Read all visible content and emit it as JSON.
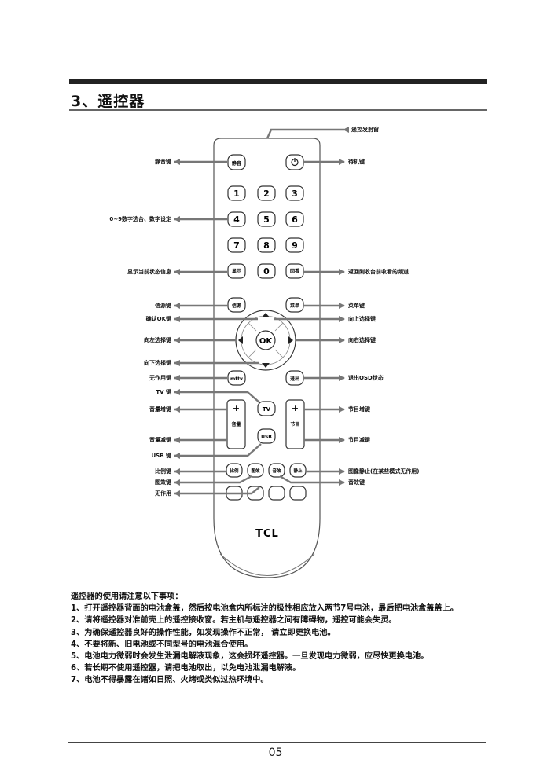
{
  "section": {
    "title": "3、遥控器"
  },
  "buttons": {
    "mute": "静音",
    "num1": "1",
    "num2": "2",
    "num3": "3",
    "num4": "4",
    "num5": "5",
    "num6": "6",
    "num7": "7",
    "num8": "8",
    "num9": "9",
    "num0": "0",
    "display": "显示",
    "recall": "回看",
    "source": "信源",
    "menu": "菜单",
    "ok": "OK",
    "mttv": "mttv",
    "exit": "退出",
    "tv": "TV",
    "usb": "USB",
    "plus": "+",
    "minus": "−",
    "vol_label": "音量",
    "ch_label": "节目",
    "ratio": "比例",
    "picture": "图效",
    "sound": "音效",
    "freeze": "静止",
    "brand": "TCL"
  },
  "labels": {
    "ir_window": "遥控发射窗",
    "mute_key": "静音键",
    "standby_key": "待机键",
    "digits": "0~9数字选台、数字设定",
    "show_info": "显示当前状态信息",
    "recall_channel": "返回刚收台前收看的频道",
    "source_key": "信源键",
    "menu_key": "菜单键",
    "ok_key": "确认OK键",
    "up_key": "向上选择键",
    "left_key": "向左选择键",
    "right_key": "向右选择键",
    "down_key": "向下选择键",
    "unused_key": "无作用键",
    "exit_osd": "退出OSD状态",
    "tv_key": "TV 键",
    "vol_up": "音量增键",
    "ch_up": "节目增键",
    "vol_down": "音量减键",
    "ch_down": "节目减键",
    "usb_key": "USB 键",
    "ratio_key": "比例键",
    "freeze_key": "图像静止(在某些模式无作用)",
    "picture_key": "图效键",
    "sound_key": "音效键",
    "no_function": "无作用"
  },
  "notes": {
    "heading": "遥控器的使用请注意以下事项：",
    "item1": "1、打开遥控器背面的电池盒盖，然后按电池盒内所标注的极性相应放入两节7号电池，最后把电池盒盖盖上。",
    "item2": "2、请将遥控器对准前壳上的遥控接收窗。若主机与遥控器之间有障碍物，遥控可能会失灵。",
    "item3": "3、为确保遥控器良好的操作性能，如发现操作不正常， 请立即更换电池。",
    "item4": "4、不要将新、旧电池或不同型号的电池混合使用。",
    "item5": "5、电池电力微弱时会发生泄漏电解液现象，这会损坏遥控器。一旦发现电力微弱，应尽快更换电池。",
    "item6": "6、若长期不使用遥控器，请把电池取出，以免电池泄漏电解液。",
    "item7": "7、电池不得暴露在诸如日照、火烤或类似过热环境中。"
  },
  "page": {
    "number": "05"
  }
}
